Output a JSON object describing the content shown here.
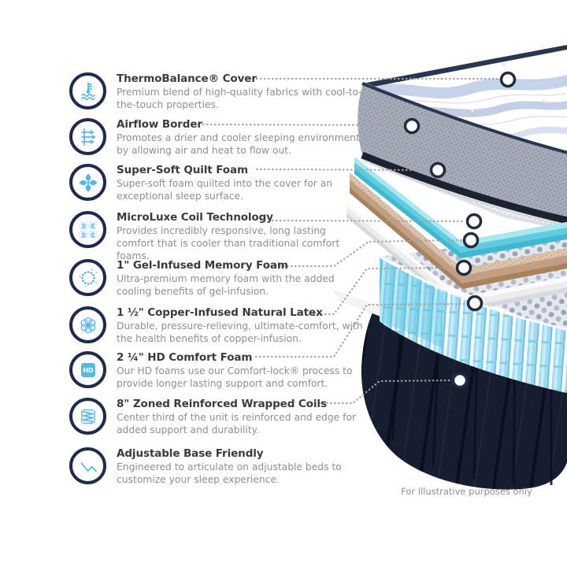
{
  "illustration": {
    "name": "Exploded mattress layers diagram",
    "footer_note": "For illustrative purposes only",
    "colors": {
      "icon_ring_navy": "#1f2b4a",
      "icon_glyph_blue": "#56b8e6",
      "heading_text": "#3b3b3b",
      "body_text": "#8f8f8f",
      "leader_dots": "#a3a3a3",
      "gel_layer_teal": "#5ecddf",
      "latex_layer_tan": "#c29f82",
      "coil_blue": "#9edbf2",
      "base_navy": "#161d2e"
    }
  },
  "features": [
    {
      "icon": "thermometer-waves-icon",
      "title": "ThermoBalance® Cover",
      "desc": "Premium blend of high-quality fabrics with cool-to-the-touch properties."
    },
    {
      "icon": "airflow-icon",
      "title": "Airflow Border",
      "desc": "Promotes a drier and cooler sleeping environment by allowing air and heat to flow out."
    },
    {
      "icon": "quilt-icon",
      "title": "Super-Soft Quilt Foam",
      "desc": "Super-soft foam quilted into the cover for an exceptional sleep surface."
    },
    {
      "icon": "micro-coil-icon",
      "title": "MicroLuxe Coil Technology",
      "desc": "Provides incredibly responsive, long lasting comfort that is cooler than traditional comfort foams."
    },
    {
      "icon": "gel-dots-icon",
      "title": "1\" Gel-Infused Memory Foam",
      "desc": "Ultra-premium memory foam with the added cooling benefits of gel-infusion."
    },
    {
      "icon": "copper-molecule-icon",
      "title": "1 ½\" Copper-Infused Natural Latex",
      "desc": "Durable, pressure-relieving, ultimate-comfort, with the health benefits of copper-infusion."
    },
    {
      "icon": "hd-badge-icon",
      "title": "2 ¼\" HD Comfort Foam",
      "desc": "Our HD foams use our Comfort-lock® process to provide longer lasting support and comfort."
    },
    {
      "icon": "coil-spring-icon",
      "title": "8\" Zoned Reinforced Wrapped Coils",
      "desc": "Center third of the unit is reinforced and edge for added support and durability."
    },
    {
      "icon": "adjustable-base-icon",
      "title": "Adjustable Base Friendly",
      "desc": "Engineered to articulate on adjustable beds to customize your sleep experience."
    }
  ]
}
